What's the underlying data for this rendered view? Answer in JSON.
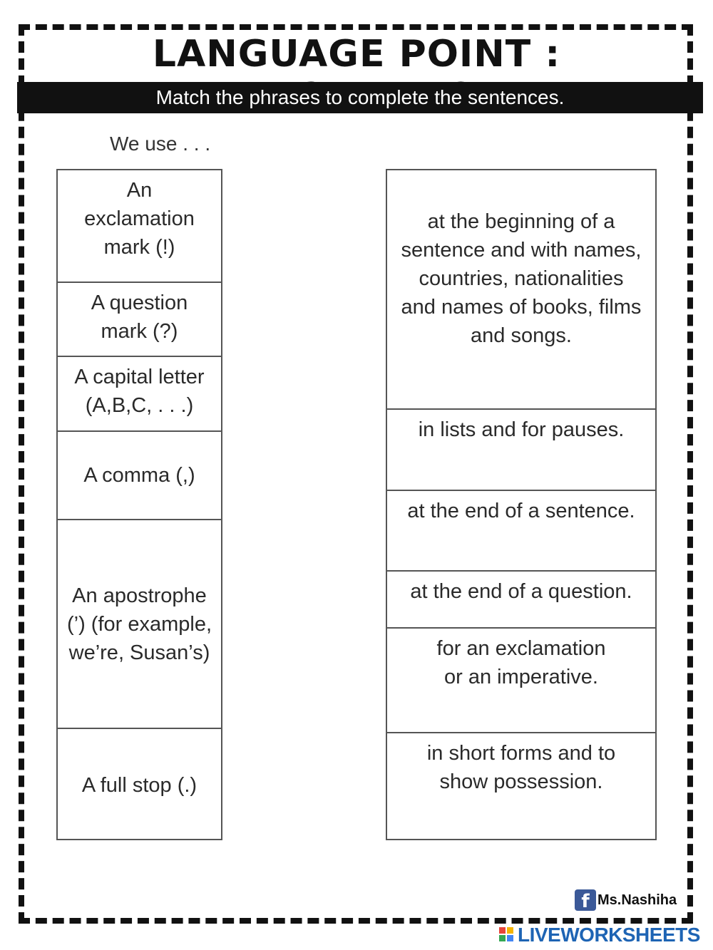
{
  "header": {
    "title": "LANGUAGE POINT : PUNCTUATION",
    "instruction": "Match the phrases to complete the sentences."
  },
  "intro": "We use . . .",
  "left_items": [
    "An exclamation mark (!)",
    "A question mark (?)",
    "A capital letter (A,B,C, . . .)",
    "A comma (,)",
    "An apostrophe (’) (for example, we’re, Susan’s)",
    "A full stop (.)"
  ],
  "right_items": [
    "at the beginning of a sentence and with names, countries, nationalities and names of books, films and songs.",
    "in lists and for pauses.",
    "at the end of a sentence.",
    "at the end of a question.",
    "for an exclamation or an imperative.",
    "in short forms and to show possession."
  ],
  "footer": {
    "credit": "Ms.Nashiha",
    "credit_icon": "facebook-icon",
    "brand": "LIVEWORKSHEETS",
    "brand_icon": "liveworksheets-logo-icon",
    "brand_color": "#1e64b4"
  }
}
